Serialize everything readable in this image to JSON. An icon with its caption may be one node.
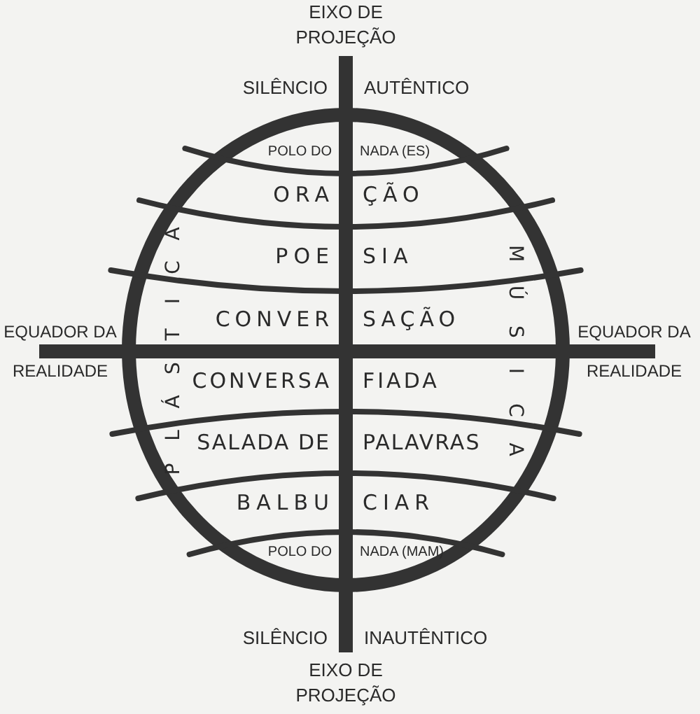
{
  "diagram": {
    "labels": [
      "EIXO DE PROJEÇÃO",
      "SILÊNCIO AUTÊNTICO",
      "POLO DO NADA (ES)",
      "ORA ÇÃO",
      "PLÁSTICA",
      "POE SIA",
      "MÚSICA",
      "EQUADOR DA REALIDADE",
      "CONVER SAÇÃO",
      "EQUADOR DA REALIDADE",
      "CONVERSA FIADA",
      "SALADA DE PALAVRAS",
      "BALBU CIAR",
      "POLO DO NADA (MAM)",
      "SILÊNCIO INAUTÊNTICO",
      "EIXO DE PROJEÇÃO"
    ]
  }
}
